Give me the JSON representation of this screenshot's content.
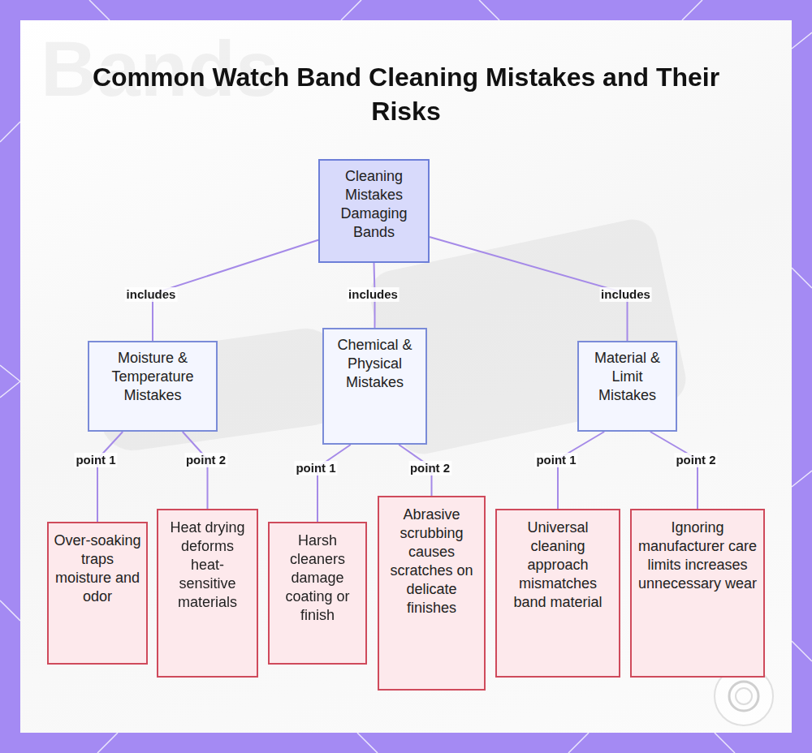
{
  "diagram": {
    "title": "Common Watch Band Cleaning Mistakes and Their Risks",
    "nodes": [
      {
        "text": [
          "Cleaning Mistakes Damaging Bands"
        ]
      },
      {
        "text": [
          "Moisture & Temperature Mistakes"
        ]
      },
      {
        "text": [
          "Chemical & Physical Mistakes"
        ]
      },
      {
        "text": [
          "Material & Limit Mistakes"
        ]
      },
      {
        "text": [
          "Over-soaking traps moisture and odor"
        ]
      },
      {
        "text": [
          "Heat drying deforms heat-sensitive materials"
        ]
      },
      {
        "text": [
          "Harsh cleaners damage coating or finish"
        ]
      },
      {
        "text": [
          "Abrasive scrubbing causes scratches on delicate finishes"
        ]
      },
      {
        "text": [
          "Universal cleaning approach mismatches band material"
        ]
      },
      {
        "text": [
          "Ignoring manufacturer care limits increases unnecessary wear"
        ]
      }
    ],
    "edges": [
      {
        "from": 0,
        "to": 1,
        "label": "includes",
        "arrow": "none"
      },
      {
        "from": 0,
        "to": 2,
        "label": "includes",
        "arrow": "none"
      },
      {
        "from": 0,
        "to": 3,
        "label": "includes",
        "arrow": "none"
      },
      {
        "from": 1,
        "to": 4,
        "label": "point 1",
        "arrow": "none"
      },
      {
        "from": 1,
        "to": 5,
        "label": "point 2",
        "arrow": "none"
      },
      {
        "from": 2,
        "to": 6,
        "label": "point 1",
        "arrow": "none"
      },
      {
        "from": 2,
        "to": 7,
        "label": "point 2",
        "arrow": "none"
      },
      {
        "from": 3,
        "to": 8,
        "label": "point 1",
        "arrow": "none"
      },
      {
        "from": 3,
        "to": 9,
        "label": "point 2",
        "arrow": "none"
      }
    ],
    "labels": [
      "Bands"
    ]
  }
}
